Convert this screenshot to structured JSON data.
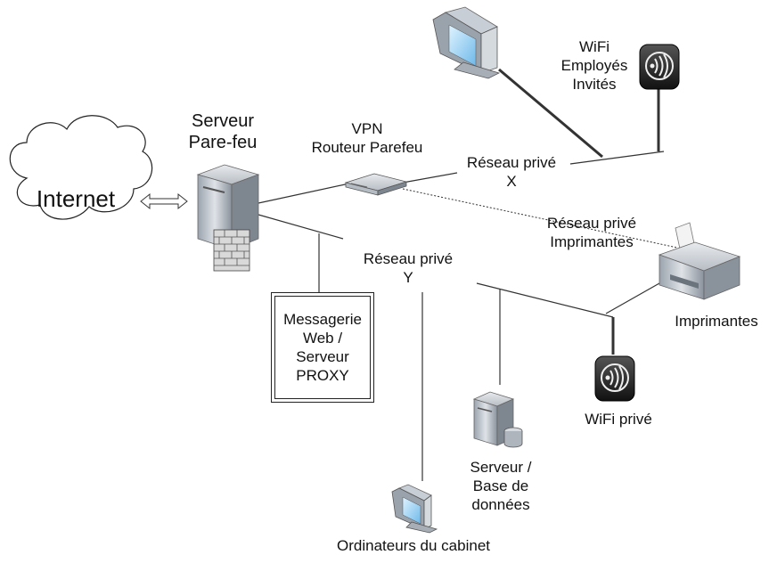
{
  "internet": "Internet",
  "firewall_server": [
    "Serveur",
    "Pare-feu"
  ],
  "vpn_router": [
    "VPN",
    "Routeur Parefeu"
  ],
  "private_network_x": [
    "Réseau privé",
    "X"
  ],
  "wifi_guest": [
    "WiFi",
    "Employés",
    "Invités"
  ],
  "private_network_printers": [
    "Réseau privé",
    "Imprimantes"
  ],
  "private_network_y": [
    "Réseau privé",
    "Y"
  ],
  "proxy_server": [
    "Messagerie",
    "Web /",
    "Serveur",
    "PROXY"
  ],
  "printers": "Imprimantes",
  "wifi_private": "WiFi privé",
  "database_server": [
    "Serveur /",
    "Base de",
    "données"
  ],
  "office_computers": "Ordinateurs du cabinet",
  "icons": [
    "cloud-icon",
    "server-icon",
    "firewall-brick-icon",
    "router-icon",
    "monitor-icon",
    "wifi-access-point-icon",
    "printer-icon",
    "database-icon"
  ]
}
